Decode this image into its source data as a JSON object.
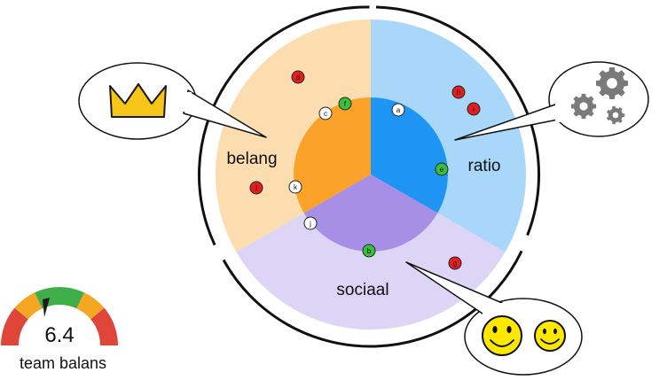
{
  "colors": {
    "belang_outer": "#FBDDB0",
    "belang_inner": "#FBA22A",
    "ratio_outer": "#A9D7FA",
    "ratio_inner": "#1E95F2",
    "sociaal_outer": "#DDD5F5",
    "sociaal_inner": "#A88FE6",
    "gauge_red": "#E0453A",
    "gauge_orange": "#F5A623",
    "gauge_green": "#3FAE48",
    "dot_red": "#E02020",
    "dot_green": "#35C23A",
    "dot_white": "#FFFFFF",
    "crown": "#F5C518",
    "smiley": "#FFE800",
    "gear": "#7A7A7A"
  },
  "sectors": {
    "belang": {
      "label": "belang",
      "icon": "crown-icon"
    },
    "ratio": {
      "label": "ratio",
      "icon": "gears-icon"
    },
    "sociaal": {
      "label": "sociaal",
      "icon": "smiley-icon"
    }
  },
  "markers": [
    {
      "label": "a",
      "color": "white"
    },
    {
      "label": "b",
      "color": "green"
    },
    {
      "label": "c",
      "color": "white"
    },
    {
      "label": "d",
      "color": "red"
    },
    {
      "label": "e",
      "color": "green"
    },
    {
      "label": "f",
      "color": "green"
    },
    {
      "label": "g",
      "color": "red"
    },
    {
      "label": "h",
      "color": "red"
    },
    {
      "label": "i",
      "color": "red"
    },
    {
      "label": "j",
      "color": "white"
    },
    {
      "label": "k",
      "color": "white"
    },
    {
      "label": "l",
      "color": "red"
    }
  ],
  "gauge": {
    "value": "6.4",
    "label": "team balans"
  }
}
